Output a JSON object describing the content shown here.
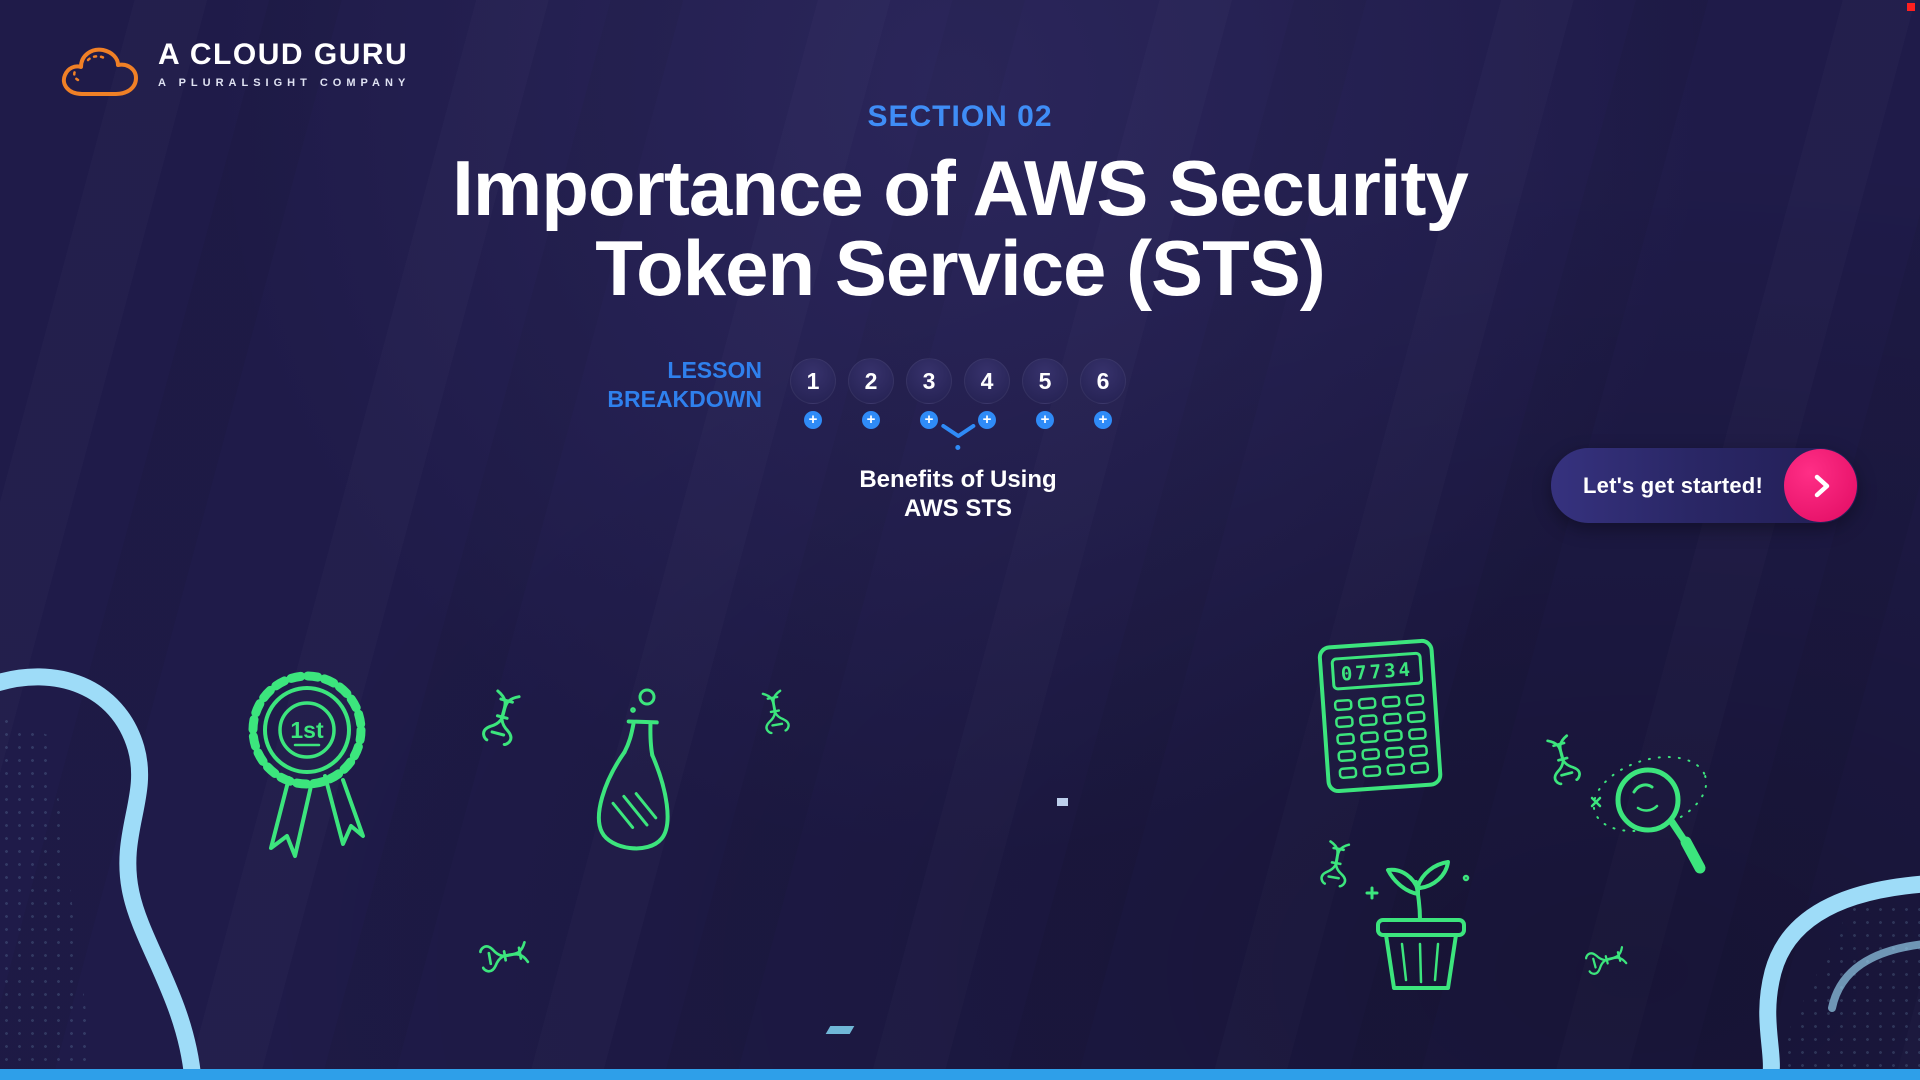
{
  "colors": {
    "background": "#1f1b49",
    "accent_blue": "#2f8bf7",
    "doodle_green": "#3ce57d",
    "wave_blue": "#9edcf8",
    "cta_pink": "#ec0e68",
    "bottom_bar_blue": "#2e9fe9",
    "logo_orange": "#f08026"
  },
  "logo": {
    "title": "A CLOUD GURU",
    "subtitle": "A PLURALSIGHT COMPANY"
  },
  "hero": {
    "section_label": "SECTION 02",
    "title_line1": "Importance of AWS Security",
    "title_line2": "Token Service (STS)"
  },
  "lesson_breakdown": {
    "label_line1": "LESSON",
    "label_line2": "BREAKDOWN",
    "items": [
      {
        "number": "1"
      },
      {
        "number": "2"
      },
      {
        "number": "3"
      },
      {
        "number": "4"
      },
      {
        "number": "5"
      },
      {
        "number": "6"
      }
    ],
    "selected_lesson_line1": "Benefits of Using",
    "selected_lesson_line2": "AWS STS"
  },
  "cta": {
    "label": "Let's get started!"
  },
  "doodles": {
    "award_label": "1st",
    "calculator_display": "07734"
  },
  "icons": {
    "plus": "+"
  }
}
